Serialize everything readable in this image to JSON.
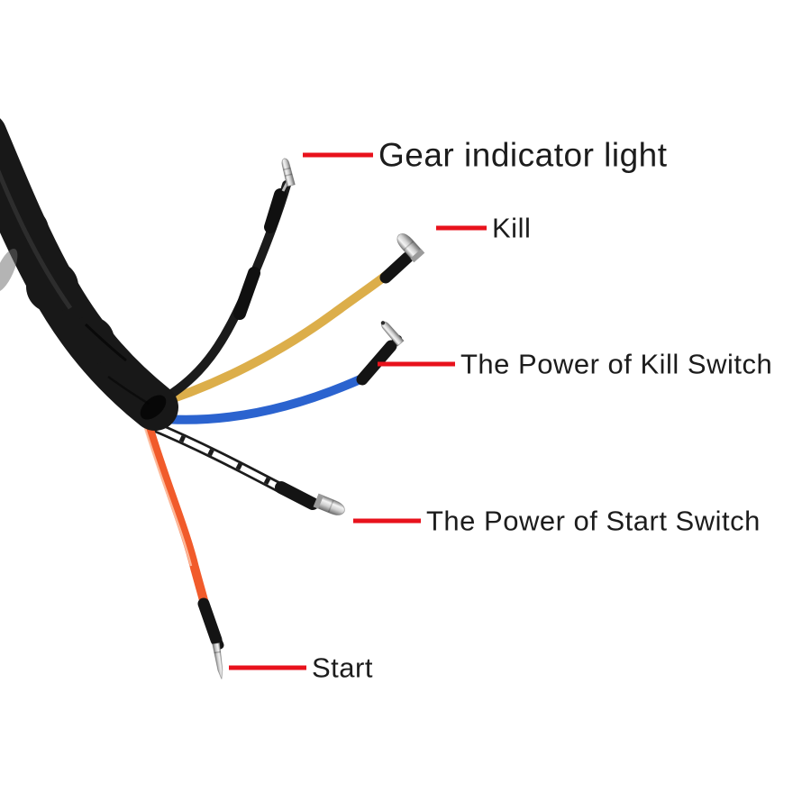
{
  "labels": [
    {
      "text": "Gear indicator light",
      "wire": "black"
    },
    {
      "text": "Kill",
      "wire": "yellow"
    },
    {
      "text": "The Power of Kill Switch",
      "wire": "blue"
    },
    {
      "text": "The Power of Start Switch",
      "wire": "white-black-stripe"
    },
    {
      "text": "Start",
      "wire": "orange"
    }
  ],
  "colors": {
    "background": "#ffffff",
    "leader_line": "#e8121c",
    "label_text": "#1c1c1c",
    "sleeve": "#181818",
    "wire_black": "#1b1b1b",
    "wire_yellow": "#dcae4a",
    "wire_blue": "#2b63cf",
    "wire_white": "#ffffff",
    "wire_orange": "#f15b2b"
  }
}
